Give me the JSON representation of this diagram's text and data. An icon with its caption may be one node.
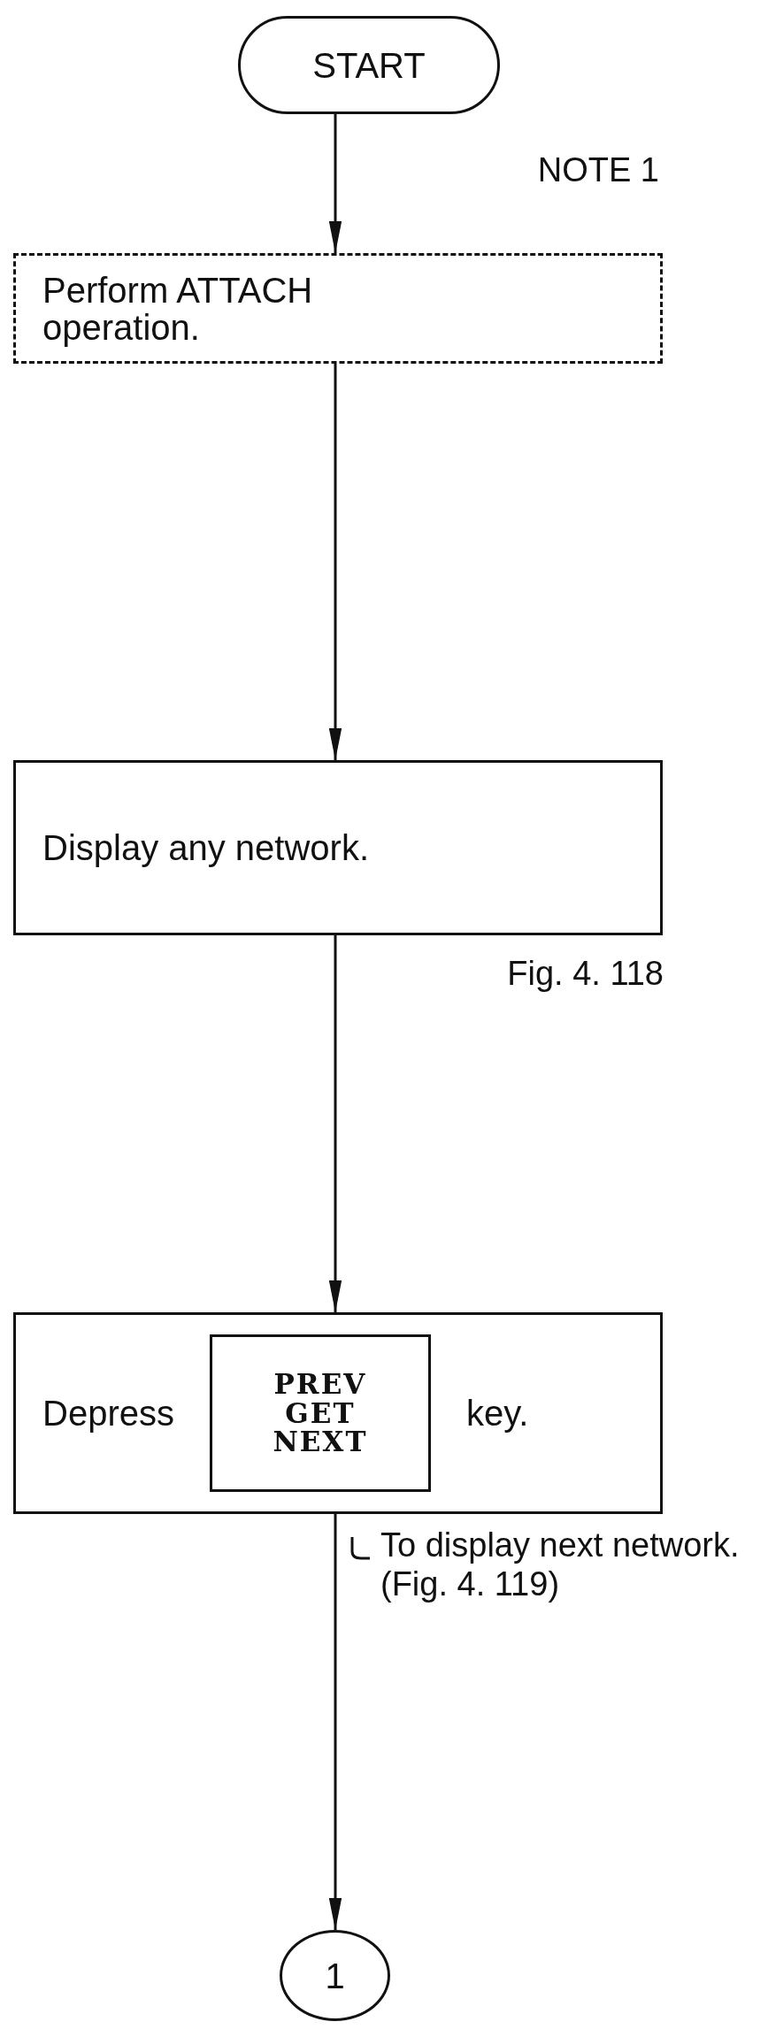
{
  "diagram": {
    "nodes": [
      {
        "text": [
          "START"
        ]
      },
      {
        "text": [
          "Perform ATTACH operation."
        ],
        "beside": [
          "NOTE 1"
        ]
      },
      {
        "text": [
          "Display any network."
        ],
        "beside": [
          "Fig. 4. 118"
        ]
      },
      {
        "text": [
          "Depress",
          "key."
        ]
      },
      {
        "text": [
          "PREV GET NEXT"
        ],
        "in": 3
      },
      {
        "text": [
          "1"
        ]
      }
    ],
    "edges": [
      {
        "from": 0,
        "to": 1,
        "arrow": "to"
      },
      {
        "from": 1,
        "to": 2,
        "arrow": "to"
      },
      {
        "from": 2,
        "to": 3,
        "arrow": "to"
      },
      {
        "from": 3,
        "to": 5,
        "arrow": "to"
      }
    ],
    "labels": [
      "To display next network. (Fig. 4. 119)"
    ]
  }
}
